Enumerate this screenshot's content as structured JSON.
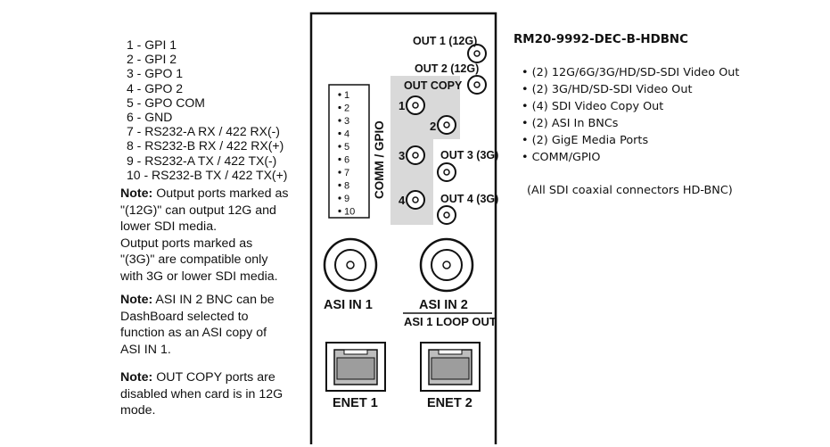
{
  "pinout": [
    "1 - GPI 1",
    "2 - GPI 2",
    "3 - GPO 1",
    "4 - GPO 2",
    "5 - GPO COM",
    "6 - GND",
    "7 - RS232-A RX / 422 RX(-)",
    "8 - RS232-B RX / 422 RX(+)",
    "9 - RS232-A TX / 422 TX(-)",
    "10 - RS232-B TX / 422 TX(+)"
  ],
  "notes": {
    "note1_label": "Note:",
    "note1_line1": " Output ports marked as",
    "note1_line2": "\"(12G)\" can output 12G and",
    "note1_line3": "lower SDI media.",
    "note1_line4": "Output ports marked as",
    "note1_line5": "\"(3G)\" are compatible only",
    "note1_line6": "with 3G or lower SDI media.",
    "note2_label": "Note:",
    "note2_line1": " ASI IN 2 BNC can be",
    "note2_line2": "DashBoard selected to",
    "note2_line3": "function as an ASI copy of",
    "note2_line4": "ASI IN 1.",
    "note3_label": "Note:",
    "note3_line1": " OUT COPY ports are",
    "note3_line2": "disabled when card is in 12G",
    "note3_line3": "mode."
  },
  "panel": {
    "out1": "OUT 1 (12G)",
    "out2": "OUT 2 (12G)",
    "out_copy": "OUT COPY",
    "copy1": "1",
    "copy2": "2",
    "copy3": "3",
    "copy4": "4",
    "out3": "OUT 3 (3G)",
    "out4": "OUT 4 (3G)",
    "comm_gpio": "COMM / GPIO",
    "terminal_pins": [
      "1",
      "2",
      "3",
      "4",
      "5",
      "6",
      "7",
      "8",
      "9",
      "10"
    ],
    "asi_in1": "ASI IN 1",
    "asi_in2": "ASI IN 2",
    "asi_loop": "ASI 1 LOOP OUT",
    "enet1": "ENET 1",
    "enet2": "ENET 2"
  },
  "spec": {
    "title": "RM20-9992-DEC-B-HDBNC",
    "features": [
      "(2) 12G/6G/3G/HD/SD-SDI Video Out",
      "(2) 3G/HD/SD-SDI Video Out",
      "(4) SDI Video Copy Out",
      "(2) ASI In BNCs",
      "(2) GigE Media Ports",
      "COMM/GPIO"
    ],
    "footnote": "(All SDI coaxial connectors HD-BNC)"
  },
  "colors": {
    "panel_stroke": "#111111",
    "copy_shade": "#d9d9d9",
    "rj45_fill": "#b5b5b5"
  }
}
